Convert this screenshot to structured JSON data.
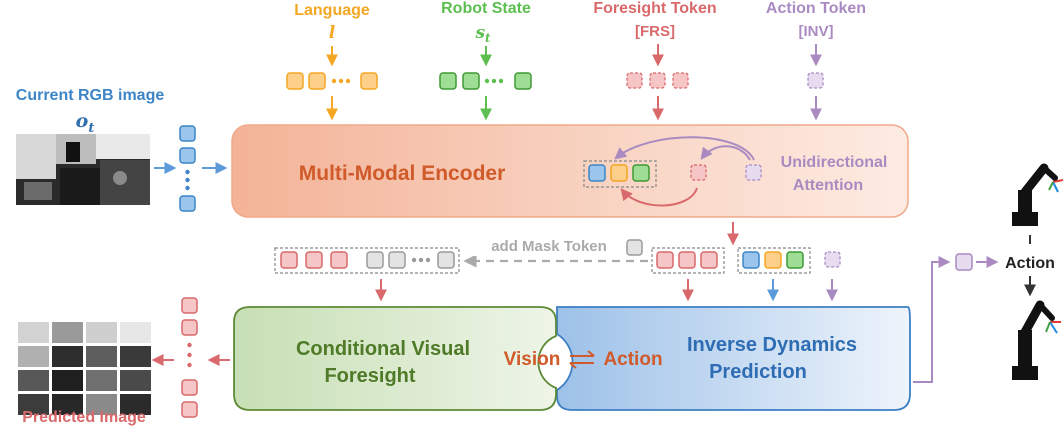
{
  "inputs": {
    "language": {
      "label": "Language",
      "symbol": "l"
    },
    "robot_state": {
      "label": "Robot State",
      "symbol": "s",
      "subscript": "t"
    },
    "foresight_token": {
      "label": "Foresight Token",
      "tag": "[FRS]"
    },
    "action_token": {
      "label": "Action Token",
      "tag": "[INV]"
    },
    "rgb_image": {
      "label": "Current RGB image",
      "symbol": "o",
      "subscript": "t"
    }
  },
  "encoder": {
    "title": "Multi-Modal Encoder",
    "attention_label_1": "Unidirectional",
    "attention_label_2": "Attention"
  },
  "mask": {
    "label": "add Mask Token"
  },
  "foresight_module": {
    "line1": "Conditional Visual",
    "line2": "Foresight"
  },
  "inverse_module": {
    "line1": "Inverse Dynamics",
    "line2": "Prediction"
  },
  "bridge": {
    "vision": "Vision",
    "action": "Action"
  },
  "output": {
    "predicted_image": "Predicted Image",
    "action": "Action"
  },
  "colors": {
    "language": "#f5a623",
    "robot_state": "#5cbf4f",
    "foresight": "#d9696b",
    "action_token": "#a98bc2",
    "rgb": "#3d85c6",
    "encoder_text": "#d05a2a",
    "foresight_text": "#4f7a28",
    "inverse_text": "#2e6db4",
    "mask": "#aaaaaa"
  }
}
